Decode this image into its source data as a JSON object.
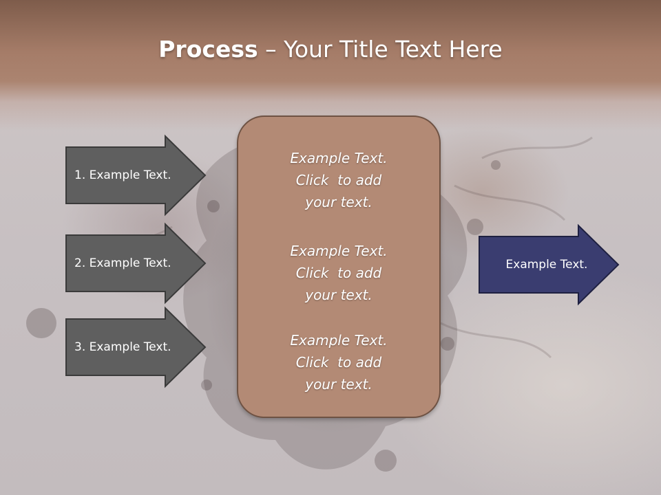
{
  "slide": {
    "title_bold": "Process",
    "title_rest": " – Your Title Text Here"
  },
  "left_arrows": [
    {
      "label": "1. Example Text."
    },
    {
      "label": "2. Example Text."
    },
    {
      "label": "3. Example Text."
    }
  ],
  "center_blocks": [
    {
      "line1": "Example Text.",
      "line2": "Click  to add",
      "line3": "your text."
    },
    {
      "line1": "Example Text.",
      "line2": "Click  to add",
      "line3": "your text."
    },
    {
      "line1": "Example Text.",
      "line2": "Click  to add",
      "line3": "your text."
    }
  ],
  "right_arrow": {
    "label": "Example Text."
  },
  "colors": {
    "title_band": "#a57c68",
    "left_arrow_fill": "#5f5f5f",
    "left_arrow_stroke": "#3a3a3a",
    "center_box_fill": "#b38a75",
    "center_box_stroke": "#6e5243",
    "right_arrow_fill": "#3a3d70",
    "right_arrow_stroke": "#1e2040"
  }
}
